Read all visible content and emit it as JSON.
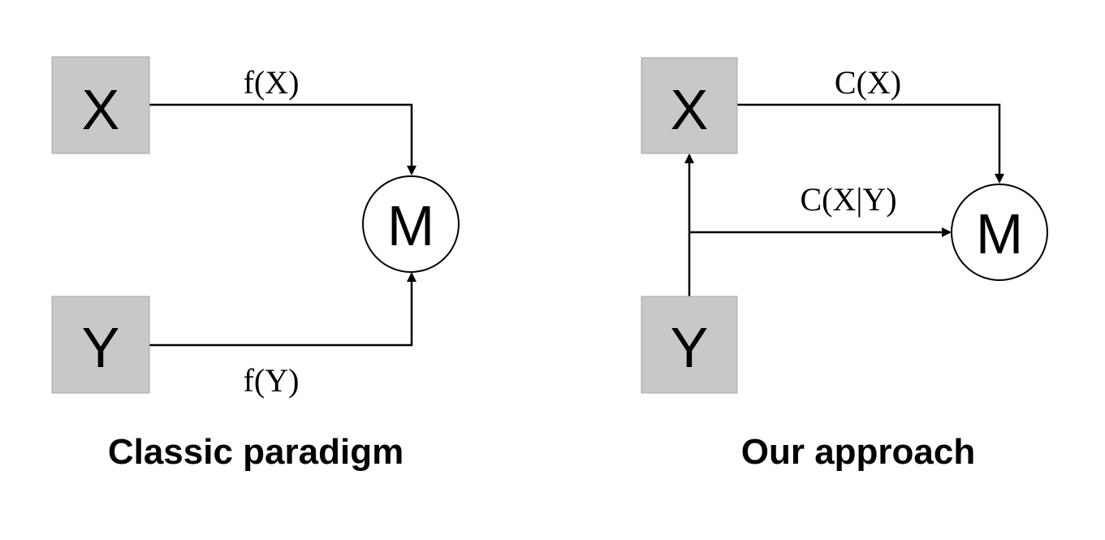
{
  "left_panel": {
    "caption": "Classic paradigm",
    "node_x": "X",
    "node_y": "Y",
    "node_m": "M",
    "edge_x_label": "f(X)",
    "edge_y_label": "f(Y)"
  },
  "right_panel": {
    "caption": "Our approach",
    "node_x": "X",
    "node_y": "Y",
    "node_m": "M",
    "edge_x_label": "C(X)",
    "edge_xy_label": "C(X|Y)"
  },
  "colors": {
    "box_fill": "#c8c8c8",
    "line": "#000000"
  }
}
